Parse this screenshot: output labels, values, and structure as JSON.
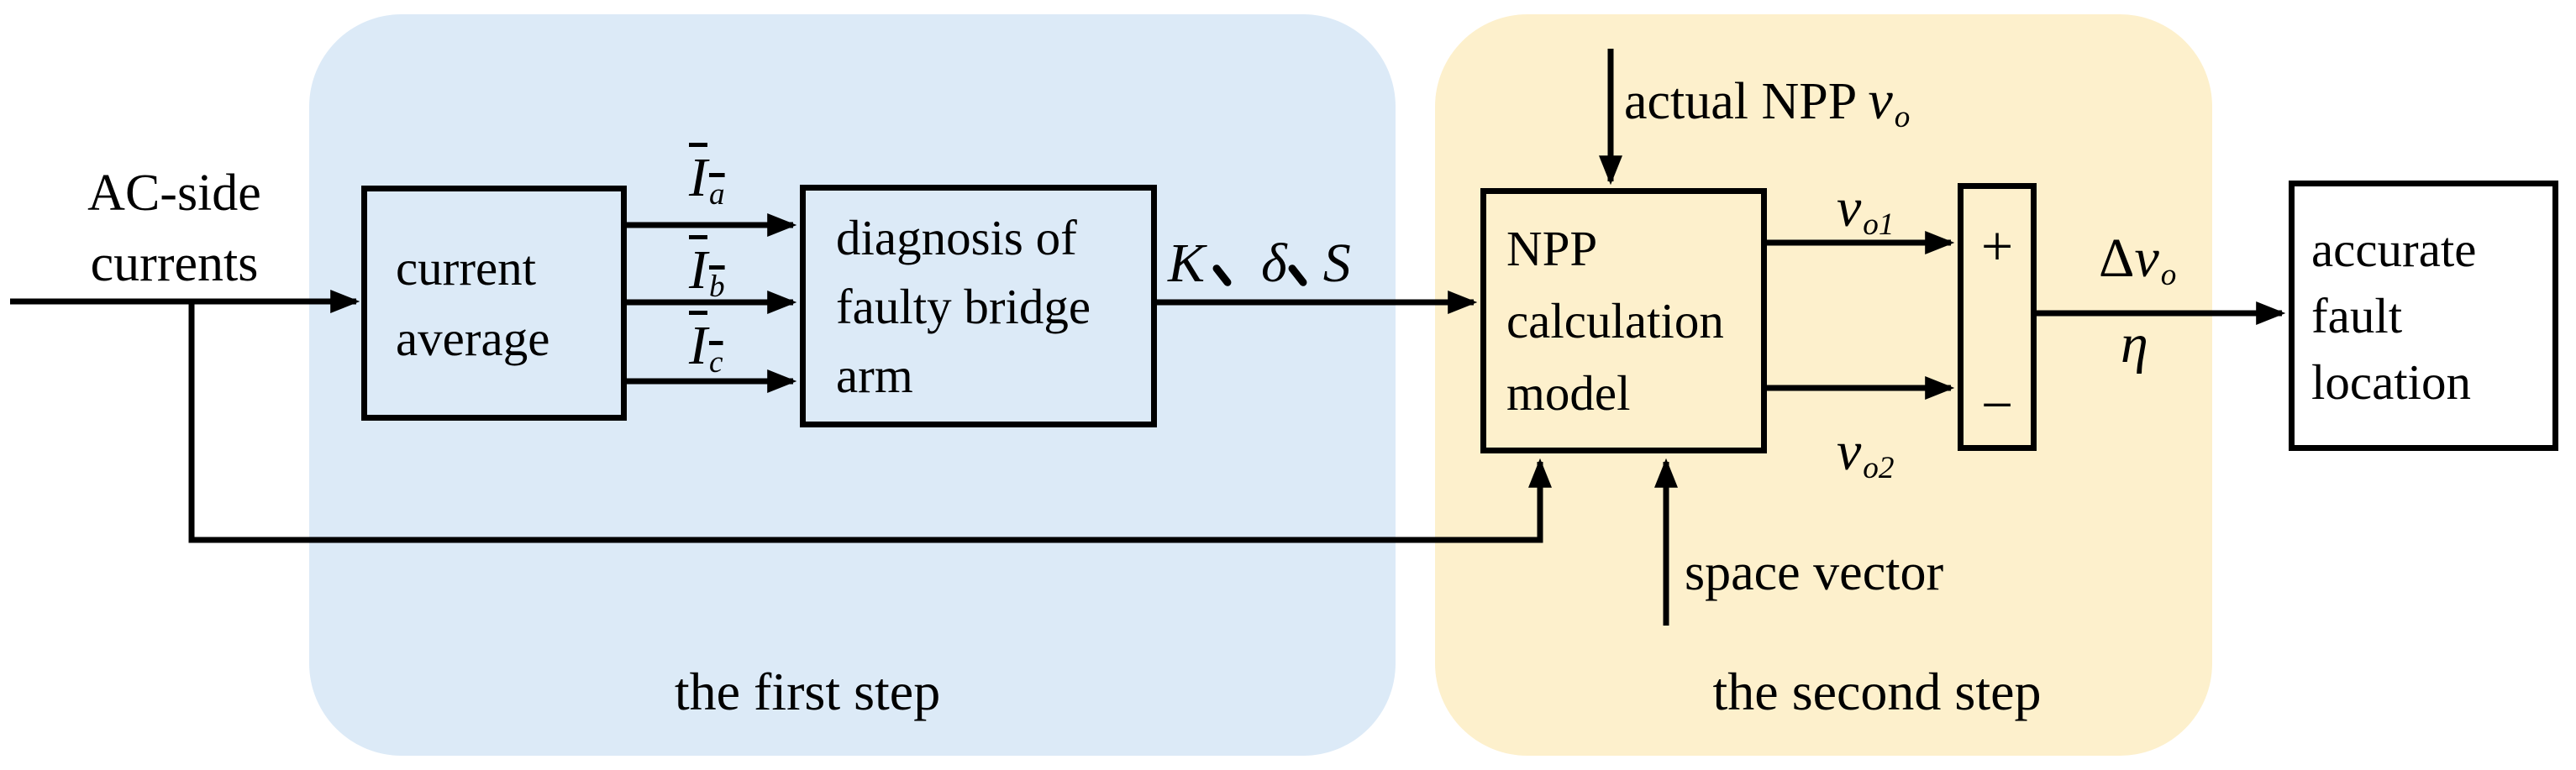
{
  "diagram": {
    "input_label": {
      "line1": "AC-side",
      "line2": "currents"
    },
    "steps": {
      "first": {
        "label": "the first step"
      },
      "second": {
        "label": "the second step"
      }
    },
    "blocks": {
      "current_average": {
        "line1": "current",
        "line2": "average"
      },
      "diagnosis": {
        "line1": "diagnosis of",
        "line2": "faulty bridge",
        "line3": "arm"
      },
      "npp_model": {
        "line1": "NPP",
        "line2": "calculation",
        "line3": "model"
      },
      "comparator": {
        "plus": "+",
        "minus": "−"
      },
      "fault_location": {
        "line1": "accurate",
        "line2": "fault",
        "line3": "location"
      }
    },
    "signals": {
      "i_a": {
        "base": "I",
        "sub": "a"
      },
      "i_b": {
        "base": "I",
        "sub": "b"
      },
      "i_c": {
        "base": "I",
        "sub": "c"
      },
      "k_delta_s": {
        "value": "K、δ、S",
        "k": "K",
        "delta": "δ",
        "s": "S"
      },
      "actual_npp": {
        "prefix": "actual NPP ",
        "base": "v",
        "sub": "o"
      },
      "space_vector": "space vector",
      "v_o1": {
        "base": "v",
        "sub": "o1"
      },
      "v_o2": {
        "base": "v",
        "sub": "o2"
      },
      "delta_v_o": {
        "delta": "Δ",
        "base": "v",
        "sub": "o"
      },
      "eta": "η"
    },
    "colors": {
      "stroke": "#000000",
      "step1_bg": "#dceaf7",
      "step2_bg": "#fdf0cc",
      "canvas_bg": "#ffffff"
    }
  }
}
